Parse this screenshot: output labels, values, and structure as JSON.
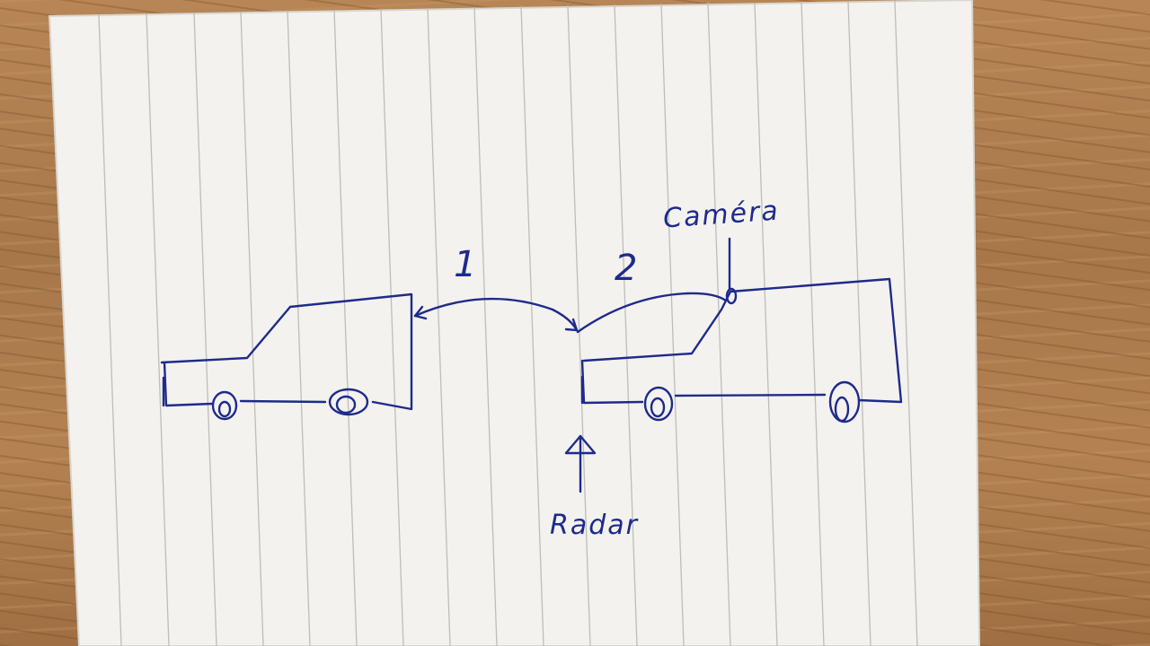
{
  "labels": {
    "camera": "Caméra",
    "radar": "Radar",
    "distance_1": "1",
    "distance_2": "2"
  },
  "colors": {
    "ink": "#1e2a8c",
    "paper": "#f3f2ee",
    "ruling": "#b9b9b7",
    "desk": "#a9784a"
  }
}
